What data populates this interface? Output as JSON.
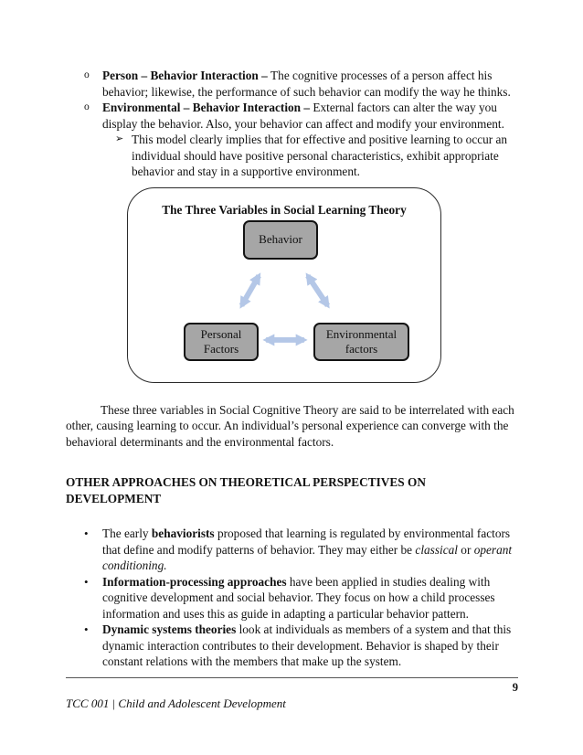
{
  "lists": {
    "top": {
      "items": [
        {
          "marker": "o",
          "runs": [
            {
              "t": "Person – Behavior Interaction – ",
              "b": true
            },
            {
              "t": "The cognitive processes of a person affect his behavior; likewise, the performance of such behavior can modify the way he thinks."
            }
          ]
        },
        {
          "marker": "o",
          "runs": [
            {
              "t": "Environmental – Behavior Interaction – ",
              "b": true
            },
            {
              "t": "External factors can alter the way you display the behavior. Also, your behavior can affect and modify your environment."
            }
          ]
        }
      ],
      "sub_item": {
        "marker": "➢",
        "runs": [
          {
            "t": "This model clearly implies that for effective and positive learning to occur an individual should have positive personal characteristics, exhibit appropriate behavior and stay in a supportive environment."
          }
        ]
      }
    },
    "other_approaches": {
      "items": [
        {
          "marker": "•",
          "runs": [
            {
              "t": "The early "
            },
            {
              "t": "behaviorists",
              "b": true
            },
            {
              "t": " proposed that learning is regulated by environmental factors that define and modify patterns of behavior. They may either be "
            },
            {
              "t": "classical",
              "i": true
            },
            {
              "t": " or "
            },
            {
              "t": "operant conditioning.",
              "i": true
            }
          ]
        },
        {
          "marker": "•",
          "runs": [
            {
              "t": "Information-processing approaches",
              "b": true
            },
            {
              "t": " have been applied in studies dealing with cognitive development and social behavior. They focus on how a child processes information and uses this as guide in adapting a particular behavior pattern."
            }
          ]
        },
        {
          "marker": "•",
          "runs": [
            {
              "t": "Dynamic systems theories",
              "b": true
            },
            {
              "t": " look at individuals as members of a system and that this dynamic interaction contributes to their development. Behavior is shaped by their constant relations with the members that make up the system."
            }
          ]
        }
      ]
    }
  },
  "diagram": {
    "title": "The Three Variables in Social Learning Theory",
    "boxes": {
      "behavior": "Behavior",
      "personal": "Personal Factors",
      "environmental": "Environmental factors"
    },
    "colors": {
      "arrow": "#b4c7e7",
      "box_fill": "#a6a6a6",
      "box_border": "#131313"
    }
  },
  "body": {
    "paragraph": "These three variables in Social Cognitive Theory are said to be interrelated with each other, causing learning to occur. An individual’s personal experience can converge with the behavioral determinants and the environmental factors.",
    "section_heading": "OTHER APPROACHES ON THEORETICAL PERSPECTIVES ON DEVELOPMENT"
  },
  "footer": {
    "page_number": "9",
    "course_label": "TCC 001 | Child and Adolescent Development"
  }
}
